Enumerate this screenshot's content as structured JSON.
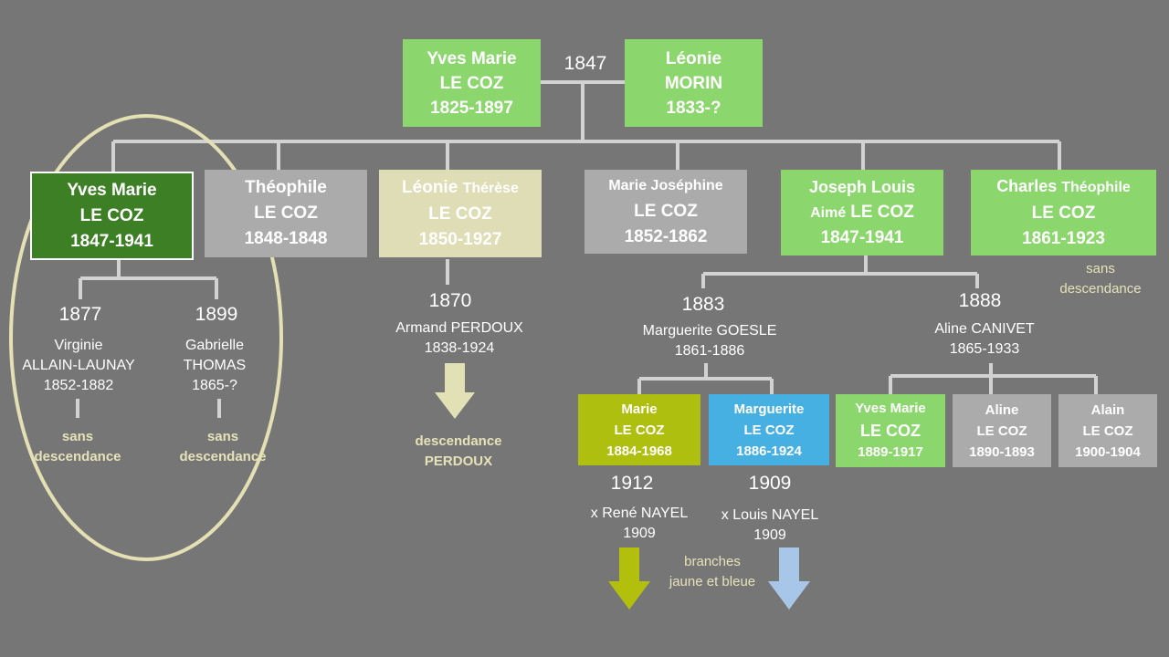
{
  "parents": {
    "father": {
      "line1": "Yves Marie",
      "line2": "LE COZ",
      "line3": "1825-1897"
    },
    "mother": {
      "line1": "Léonie",
      "line2": "MORIN",
      "line3": "1833-?"
    },
    "marriage_year": "1847"
  },
  "children": [
    {
      "line1a": "Yves Marie",
      "line1b": "",
      "line2": "LE COZ",
      "line3": "1847-1941"
    },
    {
      "line1a": "Théophile",
      "line1b": "",
      "line2": "LE COZ",
      "line3": "1848-1848"
    },
    {
      "line1a": "Léonie",
      "line1b": "Thérèse",
      "line2": "LE COZ",
      "line3": "1850-1927"
    },
    {
      "line1a": "Marie Joséphine",
      "line1b": "",
      "line2": "LE COZ",
      "line3": "1852-1862"
    },
    {
      "line1a": "Joseph Louis",
      "line1b": "",
      "line2a": "Aimé",
      "line2": "LE COZ",
      "line3": "1847-1941"
    },
    {
      "line1a": "Charles",
      "line1b": "Théophile",
      "line2": "LE COZ",
      "line3": "1861-1923"
    }
  ],
  "charles_note": {
    "line1": "sans",
    "line2": "descendance"
  },
  "yves_marriages": [
    {
      "year": "1877",
      "line1": "Virginie",
      "line2": "ALLAIN-LAUNAY",
      "line3": "1852-1882",
      "note1": "sans",
      "note2": "descendance"
    },
    {
      "year": "1899",
      "line1": "Gabrielle",
      "line2": "THOMAS",
      "line3": "1865-?",
      "note1": "sans",
      "note2": "descendance"
    }
  ],
  "leonie_marriage": {
    "year": "1870",
    "line1": "Armand PERDOUX",
    "line2": "1838-1924",
    "note1": "descendance",
    "note2": "PERDOUX"
  },
  "joseph_marriages": [
    {
      "year": "1883",
      "line1": "Marguerite GOESLE",
      "line2": "1861-1886"
    },
    {
      "year": "1888",
      "line1": "Aline CANIVET",
      "line2": "1865-1933"
    }
  ],
  "grandchildren": [
    {
      "line1": "Marie",
      "line2": "LE COZ",
      "line3": "1884-1968"
    },
    {
      "line1": "Marguerite",
      "line2": "LE COZ",
      "line3": "1886-1924"
    },
    {
      "line1": "Yves Marie",
      "line2": "LE COZ",
      "line3": "1889-1917"
    },
    {
      "line1": "Aline",
      "line2": "LE COZ",
      "line3": "1890-1893"
    },
    {
      "line1": "Alain",
      "line2": "LE COZ",
      "line3": "1900-1904"
    }
  ],
  "gc_marriages": [
    {
      "year": "1912",
      "line1": "x René NAYEL",
      "line2": "1909"
    },
    {
      "year": "1909",
      "line1": "x Louis NAYEL",
      "line2": "1909"
    }
  ],
  "branches_note": {
    "line1": "branches",
    "line2": "jaune et bleue"
  },
  "colors": {
    "background": "#767676",
    "green": "#8cd66e",
    "grey": "#ababab",
    "beige": "#deddb5",
    "dark_green": "#3c7f25",
    "olive": "#afbf0f",
    "blue": "#47b0e3",
    "ellipse": "#e4e0b4",
    "note": "#e6e2b8",
    "arrow_olive": "#b2bf0c",
    "arrow_blue": "#a8c7e8",
    "arrow_beige": "#e2e0b5"
  }
}
